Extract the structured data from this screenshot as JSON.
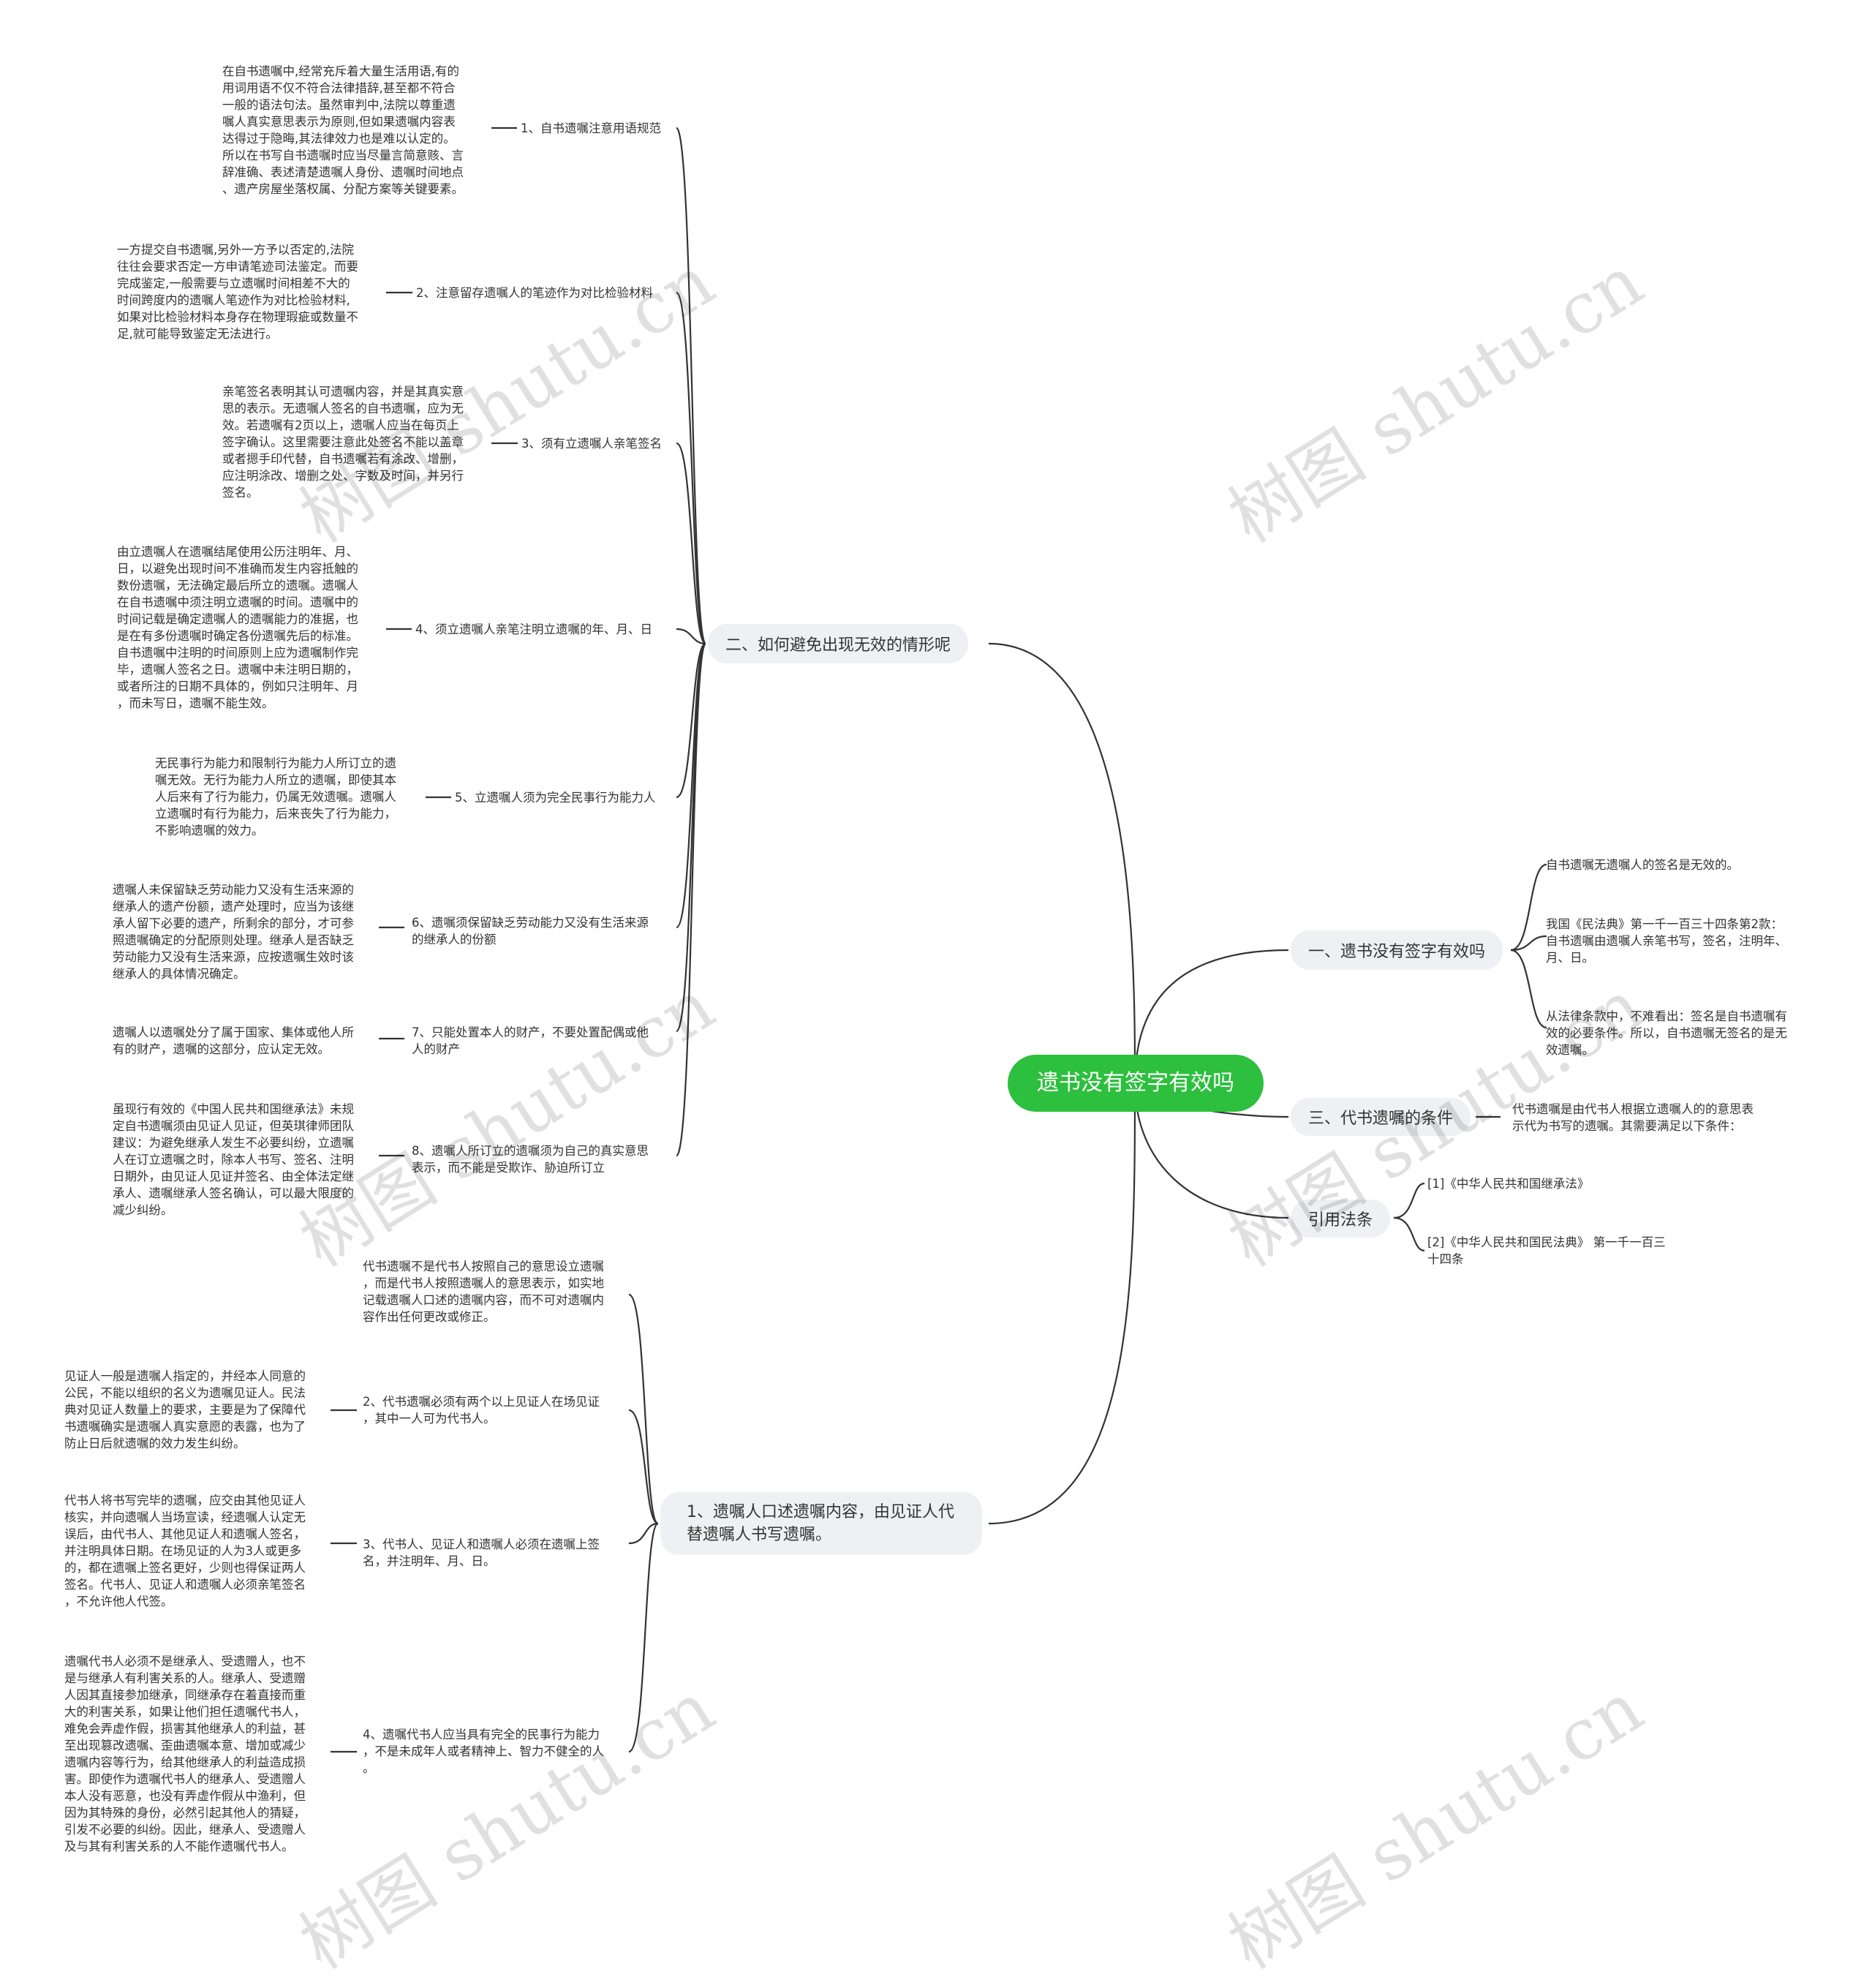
{
  "root": {
    "label": "遗书没有签字有效吗"
  },
  "branch_avoid": {
    "label": "二、如何避免出现无效的情形呢",
    "items": [
      {
        "label": "1、自书遗嘱注意用语规范",
        "detail": "在自书遗嘱中,经常充斥着大量生活用语,有的\n用词用语不仅不符合法律措辞,甚至都不符合\n一般的语法句法。虽然审判中,法院以尊重遗\n嘱人真实意思表示为原则,但如果遗嘱内容表\n达得过于隐晦,其法律效力也是难以认定的。\n所以在书写自书遗嘱时应当尽量言简意赅、言\n辞准确、表述清楚遗嘱人身份、遗嘱时间地点\n、遗产房屋坐落权属、分配方案等关键要素。"
      },
      {
        "label": "2、注意留存遗嘱人的笔迹作为对比检验材料",
        "detail": "一方提交自书遗嘱,另外一方予以否定的,法院\n往往会要求否定一方申请笔迹司法鉴定。而要\n完成鉴定,一般需要与立遗嘱时间相差不大的\n时间跨度内的遗嘱人笔迹作为对比检验材料,\n如果对比检验材料本身存在物理瑕疵或数量不\n足,就可能导致鉴定无法进行。"
      },
      {
        "label": "3、须有立遗嘱人亲笔签名",
        "detail": "亲笔签名表明其认可遗嘱内容，并是其真实意\n思的表示。无遗嘱人签名的自书遗嘱，应为无\n效。若遗嘱有2页以上，遗嘱人应当在每页上\n签字确认。这里需要注意此处签名不能以盖章\n或者摁手印代替，自书遗嘱若有涂改、增删，\n应注明涂改、增删之处、字数及时间，并另行\n签名。"
      },
      {
        "label": "4、须立遗嘱人亲笔注明立遗嘱的年、月、日",
        "detail": "由立遗嘱人在遗嘱结尾使用公历注明年、月、\n日，以避免出现时间不准确而发生内容抵触的\n数份遗嘱，无法确定最后所立的遗嘱。遗嘱人\n在自书遗嘱中须注明立遗嘱的时间。遗嘱中的\n时间记载是确定遗嘱人的遗嘱能力的准据，也\n是在有多份遗嘱时确定各份遗嘱先后的标准。\n自书遗嘱中注明的时间原则上应为遗嘱制作完\n毕，遗嘱人签名之日。遗嘱中未注明日期的，\n或者所注的日期不具体的，例如只注明年、月\n，而未写日，遗嘱不能生效。"
      },
      {
        "label": "5、立遗嘱人须为完全民事行为能力人",
        "detail": "无民事行为能力和限制行为能力人所订立的遗\n嘱无效。无行为能力人所立的遗嘱，即使其本\n人后来有了行为能力，仍属无效遗嘱。遗嘱人\n立遗嘱时有行为能力，后来丧失了行为能力，\n不影响遗嘱的效力。"
      },
      {
        "label": "6、遗嘱须保留缺乏劳动能力又没有生活来源\n的继承人的份额",
        "detail": "遗嘱人未保留缺乏劳动能力又没有生活来源的\n继承人的遗产份额，遗产处理时，应当为该继\n承人留下必要的遗产，所剩余的部分，才可参\n照遗嘱确定的分配原则处理。继承人是否缺乏\n劳动能力又没有生活来源，应按遗嘱生效时该\n继承人的具体情况确定。"
      },
      {
        "label": "7、只能处置本人的财产，不要处置配偶或他\n人的财产",
        "detail": "遗嘱人以遗嘱处分了属于国家、集体或他人所\n有的财产，遗嘱的这部分，应认定无效。"
      },
      {
        "label": "8、遗嘱人所订立的遗嘱须为自己的真实意思\n表示，而不能是受欺诈、胁迫所订立",
        "detail": "虽现行有效的《中国人民共和国继承法》未规\n定自书遗嘱须由见证人见证，但英琪律师团队\n建议：为避免继承人发生不必要纠纷，立遗嘱\n人在订立遗嘱之时，除本人书写、签名、注明\n日期外，由见证人见证并签名、由全体法定继\n承人、遗嘱继承人签名确认，可以最大限度的\n减少纠纷。"
      }
    ]
  },
  "branch_dictate": {
    "label": "1、遗嘱人口述遗嘱内容，由见证人代替遗嘱人书写遗嘱。",
    "items": [
      {
        "label": "代书遗嘱不是代书人按照自己的意思设立遗嘱\n，而是代书人按照遗嘱人的意思表示，如实地\n记载遗嘱人口述的遗嘱内容，而不可对遗嘱内\n容作出任何更改或修正。",
        "detail": ""
      },
      {
        "label": "2、代书遗嘱必须有两个以上见证人在场见证\n，其中一人可为代书人。",
        "detail": "见证人一般是遗嘱人指定的，并经本人同意的\n公民，不能以组织的名义为遗嘱见证人。民法\n典对见证人数量上的要求，主要是为了保障代\n书遗嘱确实是遗嘱人真实意愿的表露，也为了\n防止日后就遗嘱的效力发生纠纷。"
      },
      {
        "label": "3、代书人、见证人和遗嘱人必须在遗嘱上签\n名，并注明年、月、日。",
        "detail": "代书人将书写完毕的遗嘱，应交由其他见证人\n核实，并向遗嘱人当场宣读，经遗嘱人认定无\n误后，由代书人、其他见证人和遗嘱人签名，\n并注明具体日期。在场见证的人为3人或更多\n的，都在遗嘱上签名更好，少则也得保证两人\n签名。代书人、见证人和遗嘱人必须亲笔签名\n，不允许他人代签。"
      },
      {
        "label": "4、遗嘱代书人应当具有完全的民事行为能力\n，不是未成年人或者精神上、智力不健全的人\n。",
        "detail": "遗嘱代书人必须不是继承人、受遗赠人，也不\n是与继承人有利害关系的人。继承人、受遗赠\n人因其直接参加继承，同继承存在着直接而重\n大的利害关系，如果让他们担任遗嘱代书人，\n难免会弄虚作假，损害其他继承人的利益，甚\n至出现篡改遗嘱、歪曲遗嘱本意、增加或减少\n遗嘱内容等行为，给其他继承人的利益造成损\n害。即使作为遗嘱代书人的继承人、受遗赠人\n本人没有恶意，也没有弄虚作假从中渔利，但\n因为其特殊的身份，必然引起其他人的猜疑，\n引发不必要的纠纷。因此，继承人、受遗赠人\n及与其有利害关系的人不能作遗嘱代书人。"
      }
    ]
  },
  "branch_valid": {
    "label": "一、遗书没有签字有效吗",
    "items": [
      {
        "label": "自书遗嘱无遗嘱人的签名是无效的。"
      },
      {
        "label": "我国《民法典》第一千一百三十四条第2款：\n自书遗嘱由遗嘱人亲笔书写，签名，注明年、\n月、日。"
      },
      {
        "label": "从法律条款中，不难看出：签名是自书遗嘱有\n效的必要条件。所以，自书遗嘱无签名的是无\n效遗嘱。"
      }
    ]
  },
  "branch_conditions": {
    "label": "三、代书遗嘱的条件",
    "items": [
      {
        "label": "代书遗嘱是由代书人根据立遗嘱人的的意思表\n示代为书写的遗嘱。其需要满足以下条件："
      }
    ]
  },
  "branch_law": {
    "label": "引用法条",
    "items": [
      {
        "label": "[1]《中华人民共和国继承法》"
      },
      {
        "label": "[2]《中华人民共和国民法典》 第一千一百三\n十四条"
      }
    ]
  },
  "watermark": {
    "text": "树图 shutu.cn"
  }
}
